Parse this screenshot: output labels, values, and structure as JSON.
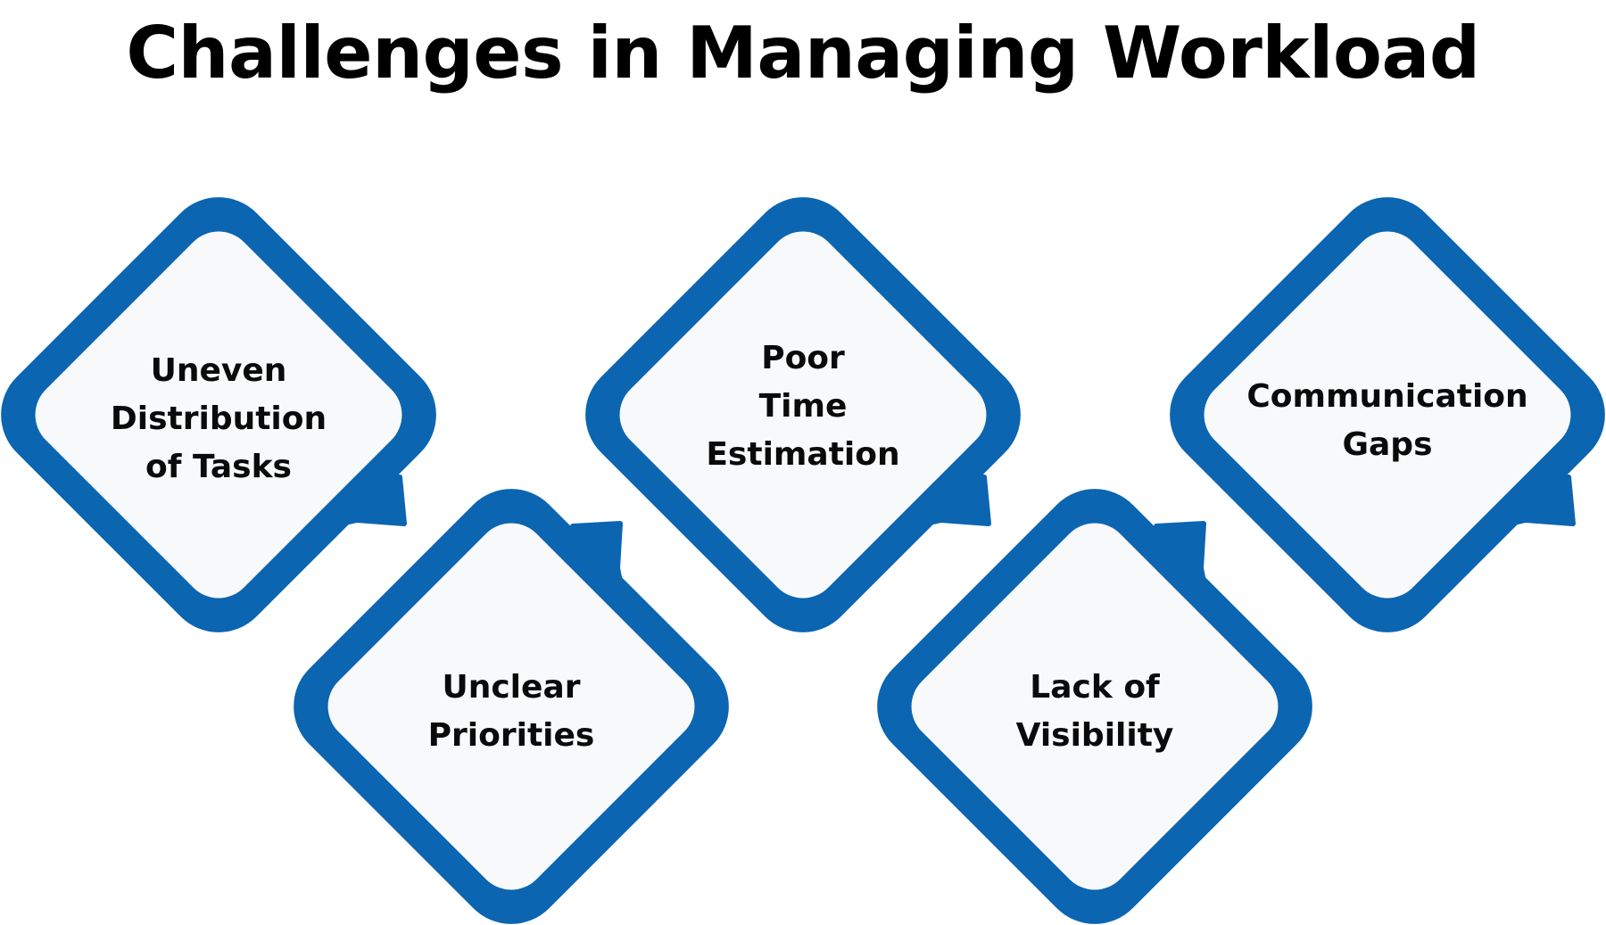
{
  "title": "Challenges in Managing Workload",
  "colors": {
    "accent": "#0b65b1",
    "card_fill": "#f8f9fa",
    "text": "#0a0a0a",
    "background": "#ffffff"
  },
  "challenges": [
    {
      "id": "uneven-distribution",
      "lines": [
        "Uneven",
        "Distribution",
        "of Tasks"
      ],
      "row": "top",
      "tail": "bottom-right"
    },
    {
      "id": "unclear-priorities",
      "lines": [
        "Unclear",
        "Priorities"
      ],
      "row": "bottom",
      "tail": "top-right"
    },
    {
      "id": "poor-time-estimation",
      "lines": [
        "Poor",
        "Time",
        "Estimation"
      ],
      "row": "top",
      "tail": "bottom-right"
    },
    {
      "id": "lack-of-visibility",
      "lines": [
        "Lack of",
        "Visibility"
      ],
      "row": "bottom",
      "tail": "top-right"
    },
    {
      "id": "communication-gaps",
      "lines": [
        "Communication",
        "Gaps"
      ],
      "row": "top",
      "tail": "bottom-right"
    }
  ]
}
